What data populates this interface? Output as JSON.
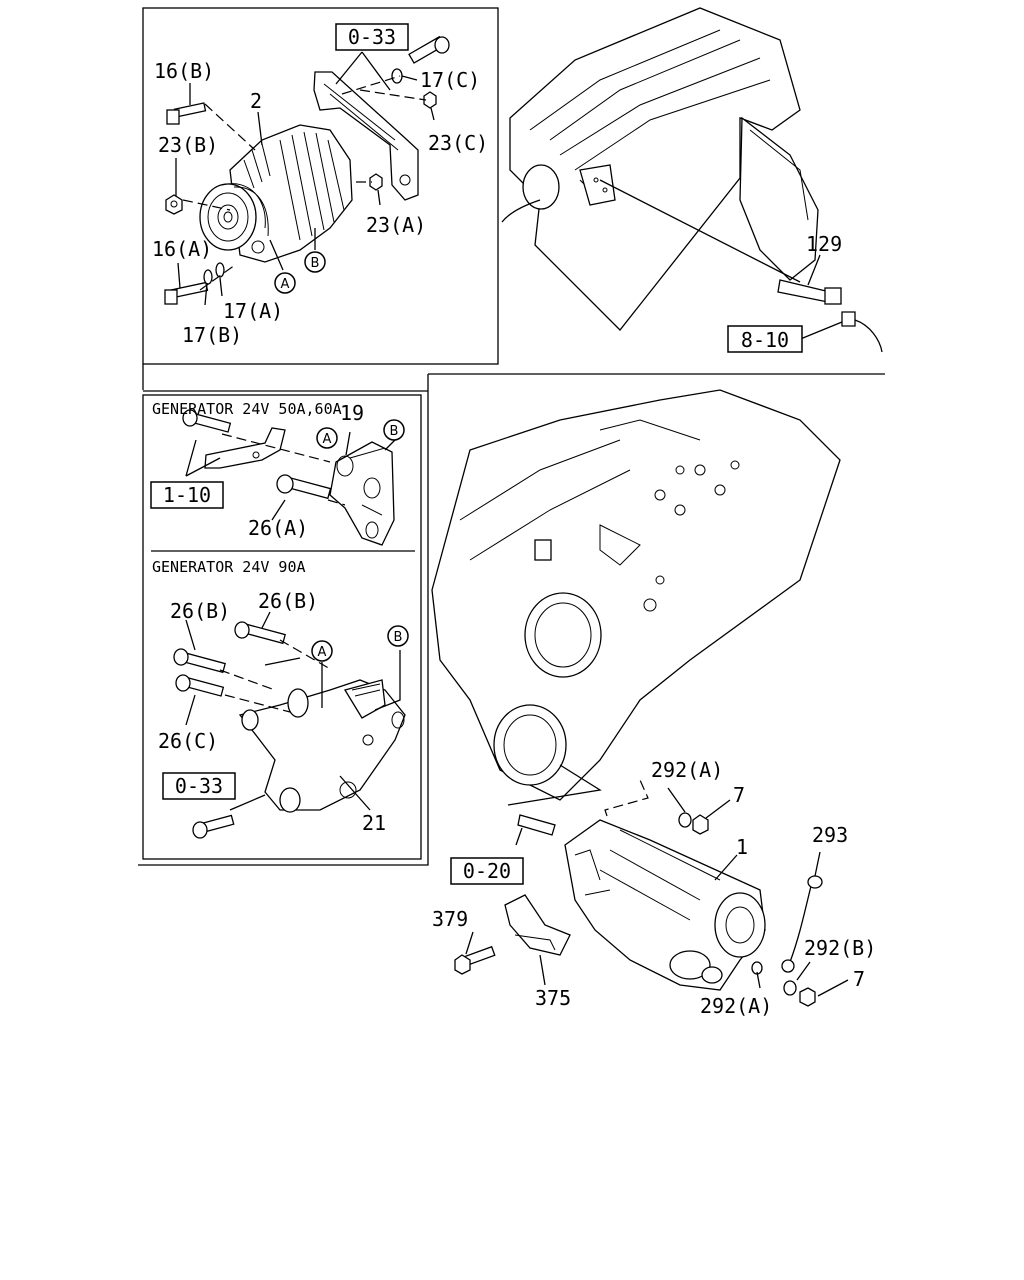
{
  "captions": {
    "generator_50_60": "GENERATOR 24V 50A,60A",
    "generator_90": "GENERATOR 24V 90A"
  },
  "reference_boxes": {
    "ref_0_33_top": "0-33",
    "ref_8_10": "8-10",
    "ref_1_10": "1-10",
    "ref_0_33_mid": "0-33",
    "ref_0_20": "0-20"
  },
  "part_labels": {
    "p16b": "16(B)",
    "p2": "2",
    "p17c": "17(C)",
    "p23b": "23(B)",
    "p23c": "23(C)",
    "p23a": "23(A)",
    "p16a": "16(A)",
    "p17a": "17(A)",
    "p17b": "17(B)",
    "p129": "129",
    "p19": "19",
    "p26a": "26(A)",
    "p26b_1": "26(B)",
    "p26b_2": "26(B)",
    "p26c": "26(C)",
    "p21": "21",
    "p292a_1": "292(A)",
    "p7_1": "7",
    "p1": "1",
    "p293": "293",
    "p379": "379",
    "p292b": "292(B)",
    "p7_2": "7",
    "p375": "375",
    "p292a_2": "292(A)"
  },
  "callouts": {
    "circle_a": "A",
    "circle_b": "B"
  }
}
